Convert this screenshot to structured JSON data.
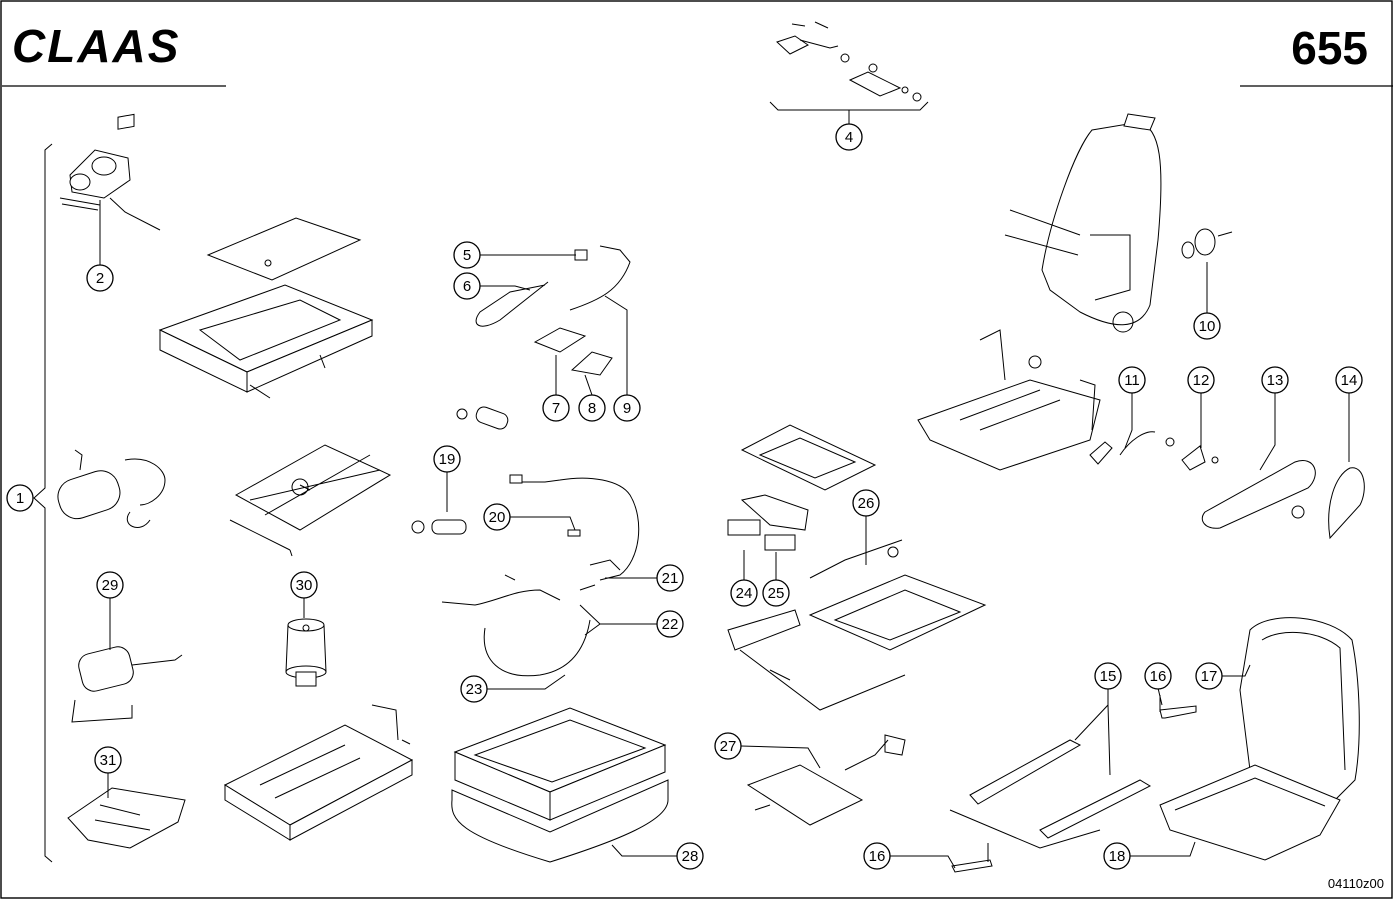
{
  "header": {
    "brand": "CLAAS",
    "page_number": "655"
  },
  "footer": {
    "drawing_ref": "04110z00"
  },
  "callouts": [
    {
      "id": "c1",
      "label": "1"
    },
    {
      "id": "c2",
      "label": "2"
    },
    {
      "id": "c4",
      "label": "4"
    },
    {
      "id": "c5",
      "label": "5"
    },
    {
      "id": "c6",
      "label": "6"
    },
    {
      "id": "c7",
      "label": "7"
    },
    {
      "id": "c8",
      "label": "8"
    },
    {
      "id": "c9",
      "label": "9"
    },
    {
      "id": "c10",
      "label": "10"
    },
    {
      "id": "c11",
      "label": "11"
    },
    {
      "id": "c12",
      "label": "12"
    },
    {
      "id": "c13",
      "label": "13"
    },
    {
      "id": "c14",
      "label": "14"
    },
    {
      "id": "c15",
      "label": "15"
    },
    {
      "id": "c16a",
      "label": "16"
    },
    {
      "id": "c16b",
      "label": "16"
    },
    {
      "id": "c17",
      "label": "17"
    },
    {
      "id": "c18",
      "label": "18"
    },
    {
      "id": "c19",
      "label": "19"
    },
    {
      "id": "c20",
      "label": "20"
    },
    {
      "id": "c21",
      "label": "21"
    },
    {
      "id": "c22",
      "label": "22"
    },
    {
      "id": "c23",
      "label": "23"
    },
    {
      "id": "c24",
      "label": "24"
    },
    {
      "id": "c25",
      "label": "25"
    },
    {
      "id": "c26",
      "label": "26"
    },
    {
      "id": "c27",
      "label": "27"
    },
    {
      "id": "c28",
      "label": "28"
    },
    {
      "id": "c29",
      "label": "29"
    },
    {
      "id": "c30",
      "label": "30"
    },
    {
      "id": "c31",
      "label": "31"
    }
  ]
}
